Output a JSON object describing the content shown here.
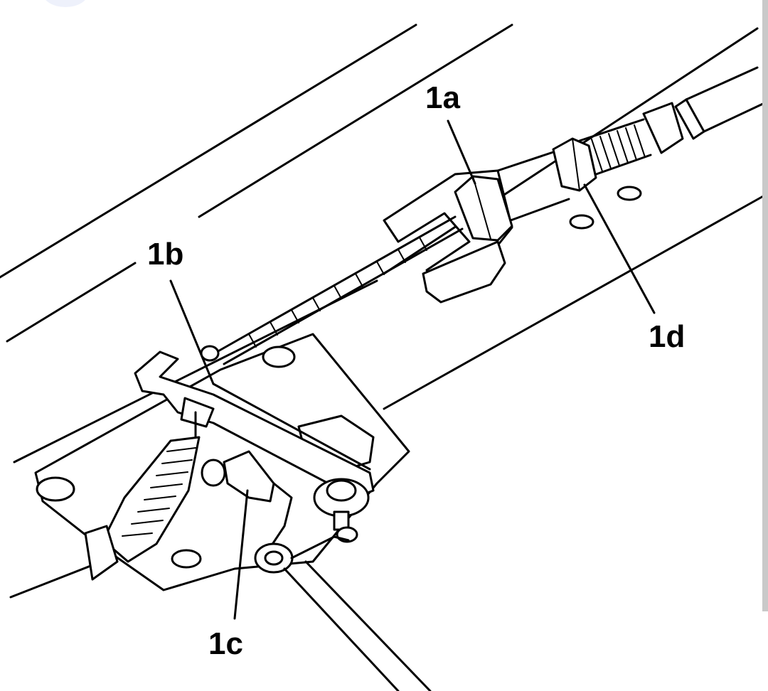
{
  "labels": {
    "a": "1a",
    "b": "1b",
    "c": "1c",
    "d": "1d"
  },
  "colors": {
    "line": "#000000",
    "background": "#ffffff",
    "edge_bar": "#c9c9c9"
  }
}
